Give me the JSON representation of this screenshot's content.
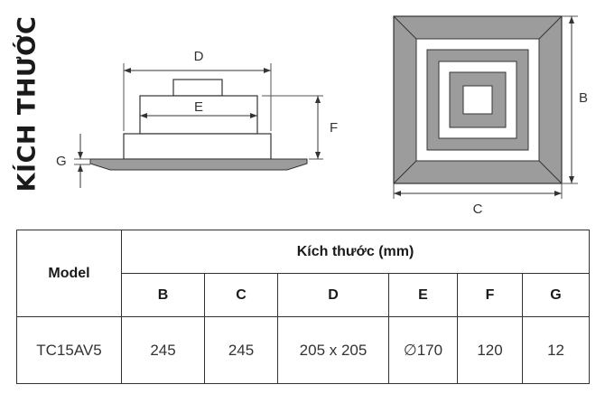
{
  "page": {
    "side_title": "KÍCH THƯỚC"
  },
  "diagram": {
    "side_view": {
      "labels": {
        "D": "D",
        "E": "E",
        "F": "F",
        "G": "G"
      }
    },
    "top_view": {
      "labels": {
        "B": "B",
        "C": "C"
      }
    }
  },
  "table": {
    "model_header": "Model",
    "group_header": "Kích thước (mm)",
    "columns": [
      "B",
      "C",
      "D",
      "E",
      "F",
      "G"
    ],
    "rows": [
      {
        "model": "TC15AV5",
        "values": [
          "245",
          "245",
          "205 x 205",
          "∅170",
          "120",
          "12"
        ]
      }
    ]
  }
}
